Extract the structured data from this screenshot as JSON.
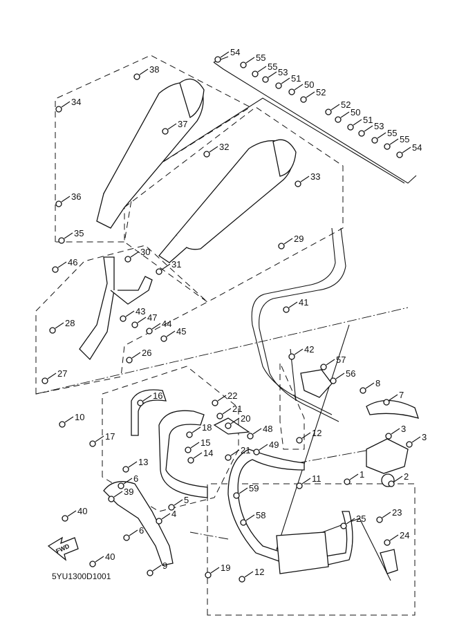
{
  "diagram_code": "5YU1300D1001",
  "direction_label": "FWD",
  "callouts": [
    "54",
    "55",
    "55",
    "53",
    "51",
    "50",
    "52",
    "52",
    "50",
    "51",
    "53",
    "55",
    "55",
    "54",
    "38",
    "34",
    "37",
    "32",
    "33",
    "36",
    "35",
    "30",
    "31",
    "29",
    "46",
    "41",
    "43",
    "47",
    "44",
    "45",
    "28",
    "26",
    "42",
    "57",
    "56",
    "27",
    "8",
    "7",
    "16",
    "22",
    "21",
    "20",
    "10",
    "18",
    "3",
    "3",
    "17",
    "15",
    "48",
    "49",
    "12",
    "14",
    "21",
    "13",
    "1",
    "11",
    "2",
    "59",
    "6",
    "39",
    "5",
    "58",
    "4",
    "40",
    "23",
    "25",
    "24",
    "6",
    "40",
    "9",
    "19",
    "12"
  ]
}
